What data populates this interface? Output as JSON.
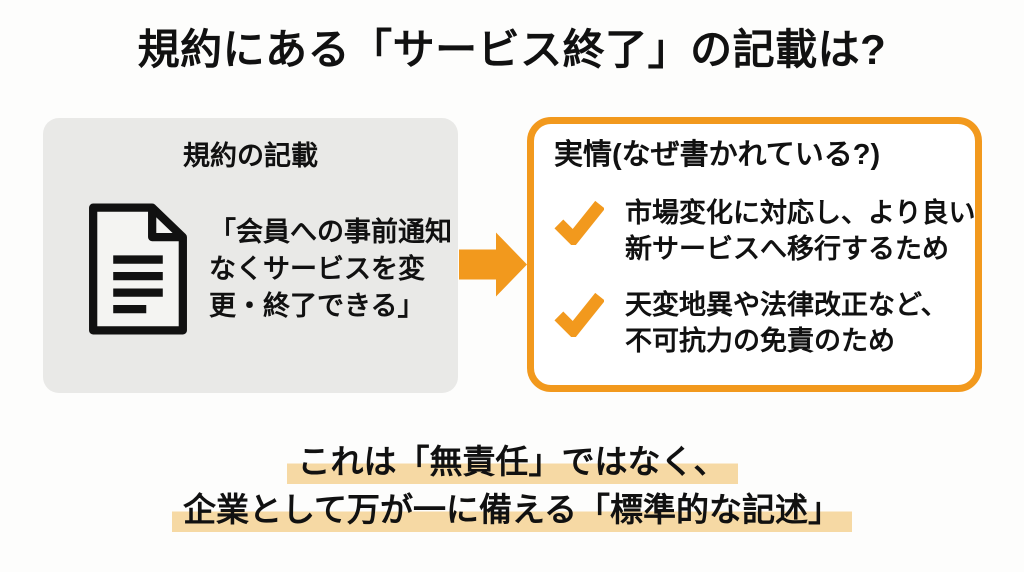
{
  "title": "規約にある「サービス終了」の記載は?",
  "left_panel": {
    "header": "規約の記載",
    "icon": "document-icon",
    "quote_lines": [
      "「会員への事前通知",
      "なくサービスを変",
      "更・終了できる」"
    ]
  },
  "arrow": {
    "icon": "arrow-right-icon"
  },
  "right_panel": {
    "header": "実情(なぜ書かれている?)",
    "items": [
      {
        "icon": "check-icon",
        "line1": "市場変化に対応し、より良い",
        "line2": "新サービスへ移行するため"
      },
      {
        "icon": "check-icon",
        "line1": "天変地異や法律改正など、",
        "line2": "不可抗力の免責のため"
      }
    ]
  },
  "conclusion": {
    "line1": "これは「無責任」ではなく、",
    "line2": "企業として万が一に備える「標準的な記述」"
  },
  "colors": {
    "accent_orange": "#F2991D",
    "highlight": "#F6D9A4",
    "panel_gray": "#E9E9E7",
    "text": "#111111",
    "background": "#FDFDFC"
  }
}
